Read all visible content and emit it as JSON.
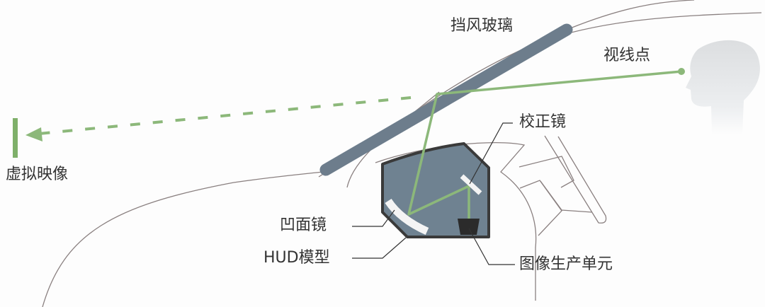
{
  "labels": {
    "windshield": "挡风玻璃",
    "eye_point": "视线点",
    "virtual_image": "虚拟映像",
    "corrector_mirror": "校正镜",
    "concave_mirror": "凹面镜",
    "hud_model": "HUD模型",
    "image_unit": "图像生产单元"
  },
  "colors": {
    "light_path": "#8cb87a",
    "windshield": "#6d7d8c",
    "hud_box": "#6f8291",
    "hud_border": "#3a3a3a",
    "outline": "#8a8080"
  }
}
